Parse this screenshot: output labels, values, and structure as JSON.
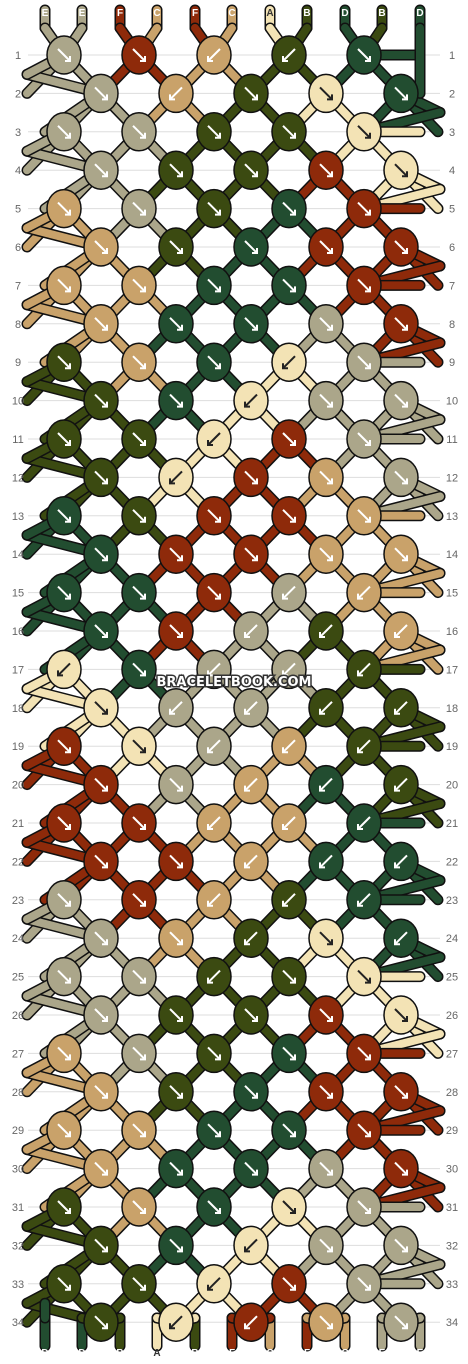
{
  "watermark": "BRACELETBOOK.COM",
  "colors": {
    "A": "#f3e3b5",
    "B": "#3b4a11",
    "C": "#c9a26a",
    "D": "#224d30",
    "E": "#aba68a",
    "F": "#8e2a0a"
  },
  "top_strands": [
    "E",
    "E",
    "F",
    "C",
    "F",
    "C",
    "A",
    "B",
    "D",
    "B",
    "D"
  ],
  "bottom_strands": [
    "D",
    "D",
    "B",
    "A",
    "B",
    "F",
    "C",
    "F",
    "C",
    "E",
    "E"
  ],
  "row_numbers": [
    1,
    2,
    3,
    4,
    5,
    6,
    7,
    8,
    9,
    10,
    11,
    12,
    13,
    14,
    15,
    16,
    17,
    18,
    19,
    20,
    21,
    22,
    23,
    24,
    25,
    26,
    27,
    28,
    29,
    30,
    31,
    32,
    33,
    34
  ],
  "knot_rows": [
    [
      "E",
      "F",
      "C",
      "B",
      "D"
    ],
    [
      "E",
      "C",
      "B",
      "A",
      "D"
    ],
    [
      "E",
      "E",
      "B",
      "B",
      "A"
    ],
    [
      "E",
      "B",
      "B",
      "F",
      "A"
    ],
    [
      "C",
      "E",
      "B",
      "D",
      "F"
    ],
    [
      "C",
      "B",
      "D",
      "F",
      "F"
    ],
    [
      "C",
      "C",
      "D",
      "D",
      "F"
    ],
    [
      "C",
      "D",
      "D",
      "E",
      "F"
    ],
    [
      "B",
      "C",
      "D",
      "A",
      "E"
    ],
    [
      "B",
      "D",
      "A",
      "E",
      "E"
    ],
    [
      "B",
      "B",
      "A",
      "F",
      "E"
    ],
    [
      "B",
      "A",
      "F",
      "C",
      "E"
    ],
    [
      "D",
      "B",
      "F",
      "F",
      "C"
    ],
    [
      "D",
      "F",
      "F",
      "C",
      "C"
    ],
    [
      "D",
      "D",
      "F",
      "E",
      "C"
    ],
    [
      "D",
      "F",
      "E",
      "B",
      "C"
    ],
    [
      "A",
      "D",
      "E",
      "E",
      "B"
    ],
    [
      "A",
      "E",
      "E",
      "B",
      "B"
    ],
    [
      "F",
      "A",
      "E",
      "C",
      "B"
    ],
    [
      "F",
      "E",
      "C",
      "D",
      "B"
    ],
    [
      "F",
      "F",
      "C",
      "C",
      "D"
    ],
    [
      "F",
      "F",
      "C",
      "D",
      "D"
    ],
    [
      "E",
      "F",
      "C",
      "B",
      "D"
    ],
    [
      "E",
      "C",
      "B",
      "A",
      "D"
    ],
    [
      "E",
      "E",
      "B",
      "B",
      "A"
    ],
    [
      "E",
      "B",
      "B",
      "F",
      "A"
    ],
    [
      "C",
      "E",
      "B",
      "D",
      "F"
    ],
    [
      "C",
      "B",
      "D",
      "F",
      "F"
    ],
    [
      "C",
      "C",
      "D",
      "D",
      "F"
    ],
    [
      "C",
      "D",
      "D",
      "E",
      "F"
    ],
    [
      "B",
      "C",
      "D",
      "A",
      "E"
    ],
    [
      "B",
      "D",
      "A",
      "E",
      "E"
    ],
    [
      "B",
      "B",
      "A",
      "F",
      "E"
    ],
    [
      "B",
      "A",
      "F",
      "C",
      "E"
    ]
  ],
  "knot_dirs": [
    [
      "r",
      "r",
      "l",
      "l",
      "r"
    ],
    [
      "r",
      "l",
      "r",
      "r",
      "r"
    ],
    [
      "r",
      "r",
      "r",
      "r",
      "r"
    ],
    [
      "r",
      "r",
      "r",
      "r",
      "r"
    ],
    [
      "r",
      "r",
      "r",
      "r",
      "r"
    ],
    [
      "r",
      "r",
      "r",
      "r",
      "r"
    ],
    [
      "r",
      "r",
      "r",
      "r",
      "r"
    ],
    [
      "r",
      "r",
      "r",
      "r",
      "r"
    ],
    [
      "r",
      "r",
      "r",
      "l",
      "r"
    ],
    [
      "r",
      "r",
      "l",
      "r",
      "r"
    ],
    [
      "r",
      "r",
      "l",
      "r",
      "r"
    ],
    [
      "r",
      "l",
      "r",
      "r",
      "r"
    ],
    [
      "r",
      "r",
      "r",
      "r",
      "r"
    ],
    [
      "r",
      "r",
      "r",
      "r",
      "r"
    ],
    [
      "r",
      "r",
      "r",
      "l",
      "l"
    ],
    [
      "r",
      "r",
      "l",
      "l",
      "l"
    ],
    [
      "l",
      "r",
      "l",
      "l",
      "l"
    ],
    [
      "r",
      "l",
      "l",
      "l",
      "l"
    ],
    [
      "r",
      "r",
      "l",
      "l",
      "l"
    ],
    [
      "r",
      "r",
      "l",
      "l",
      "l"
    ],
    [
      "r",
      "r",
      "l",
      "l",
      "l"
    ],
    [
      "r",
      "r",
      "l",
      "l",
      "l"
    ],
    [
      "r",
      "r",
      "l",
      "l",
      "l"
    ],
    [
      "r",
      "r",
      "l",
      "r",
      "l"
    ],
    [
      "r",
      "r",
      "l",
      "r",
      "r"
    ],
    [
      "r",
      "r",
      "r",
      "r",
      "r"
    ],
    [
      "r",
      "r",
      "r",
      "r",
      "r"
    ],
    [
      "r",
      "r",
      "r",
      "r",
      "r"
    ],
    [
      "r",
      "r",
      "r",
      "r",
      "r"
    ],
    [
      "r",
      "r",
      "r",
      "r",
      "r"
    ],
    [
      "r",
      "r",
      "r",
      "r",
      "r"
    ],
    [
      "r",
      "r",
      "l",
      "r",
      "r"
    ],
    [
      "r",
      "r",
      "l",
      "r",
      "r"
    ],
    [
      "r",
      "l",
      "l",
      "r",
      "r"
    ]
  ]
}
